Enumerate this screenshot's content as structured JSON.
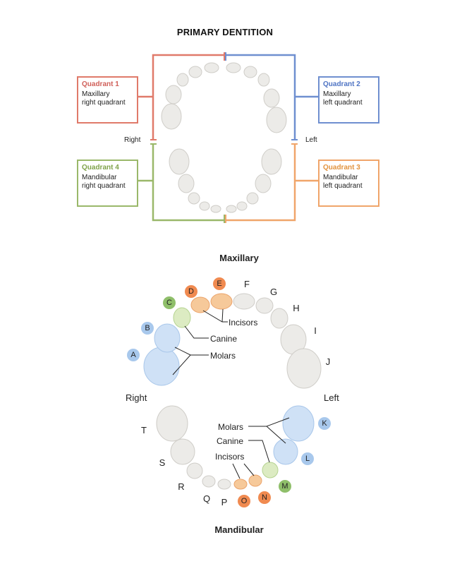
{
  "title": "PRIMARY DENTITION",
  "quadrants": [
    {
      "title": "Quadrant 1",
      "desc": "Maxillary\nright quadrant",
      "color": "#e07a6a"
    },
    {
      "title": "Quadrant 2",
      "desc": "Maxillary\nleft quadrant",
      "color": "#6f8fd0"
    },
    {
      "title": "Quadrant 4",
      "desc": "Mandibular\nright quadrant",
      "color": "#9ab86a"
    },
    {
      "title": "Quadrant 3",
      "desc": "Mandibular\nleft quadrant",
      "color": "#f0a56a"
    }
  ],
  "top_diagram": {
    "right": "Right",
    "left": "Left"
  },
  "bottom_diagram": {
    "maxillary": "Maxillary",
    "mandibular": "Mandibular",
    "right": "Right",
    "left": "Left",
    "annotations": {
      "upper_incisors": "Incisors",
      "upper_canine": "Canine",
      "upper_molars": "Molars",
      "lower_molars": "Molars",
      "lower_canine": "Canine",
      "lower_incisors": "Incisors"
    },
    "plain_letters": [
      "F",
      "G",
      "H",
      "I",
      "J",
      "T",
      "S",
      "R",
      "Q",
      "P"
    ],
    "badges": [
      {
        "letter": "A",
        "color": "#a8c8ec"
      },
      {
        "letter": "B",
        "color": "#a8c8ec"
      },
      {
        "letter": "C",
        "color": "#8fbf6a"
      },
      {
        "letter": "D",
        "color": "#f08a50"
      },
      {
        "letter": "E",
        "color": "#f08a50"
      },
      {
        "letter": "K",
        "color": "#a8c8ec"
      },
      {
        "letter": "L",
        "color": "#a8c8ec"
      },
      {
        "letter": "M",
        "color": "#8fbf6a"
      },
      {
        "letter": "N",
        "color": "#f08a50"
      },
      {
        "letter": "O",
        "color": "#f08a50"
      }
    ]
  },
  "colors": {
    "tooth": "#ecebe8",
    "molar_blue": "#cfe1f6",
    "canine_green": "#dcebc2",
    "incisor_orange": "#f6c99a"
  }
}
